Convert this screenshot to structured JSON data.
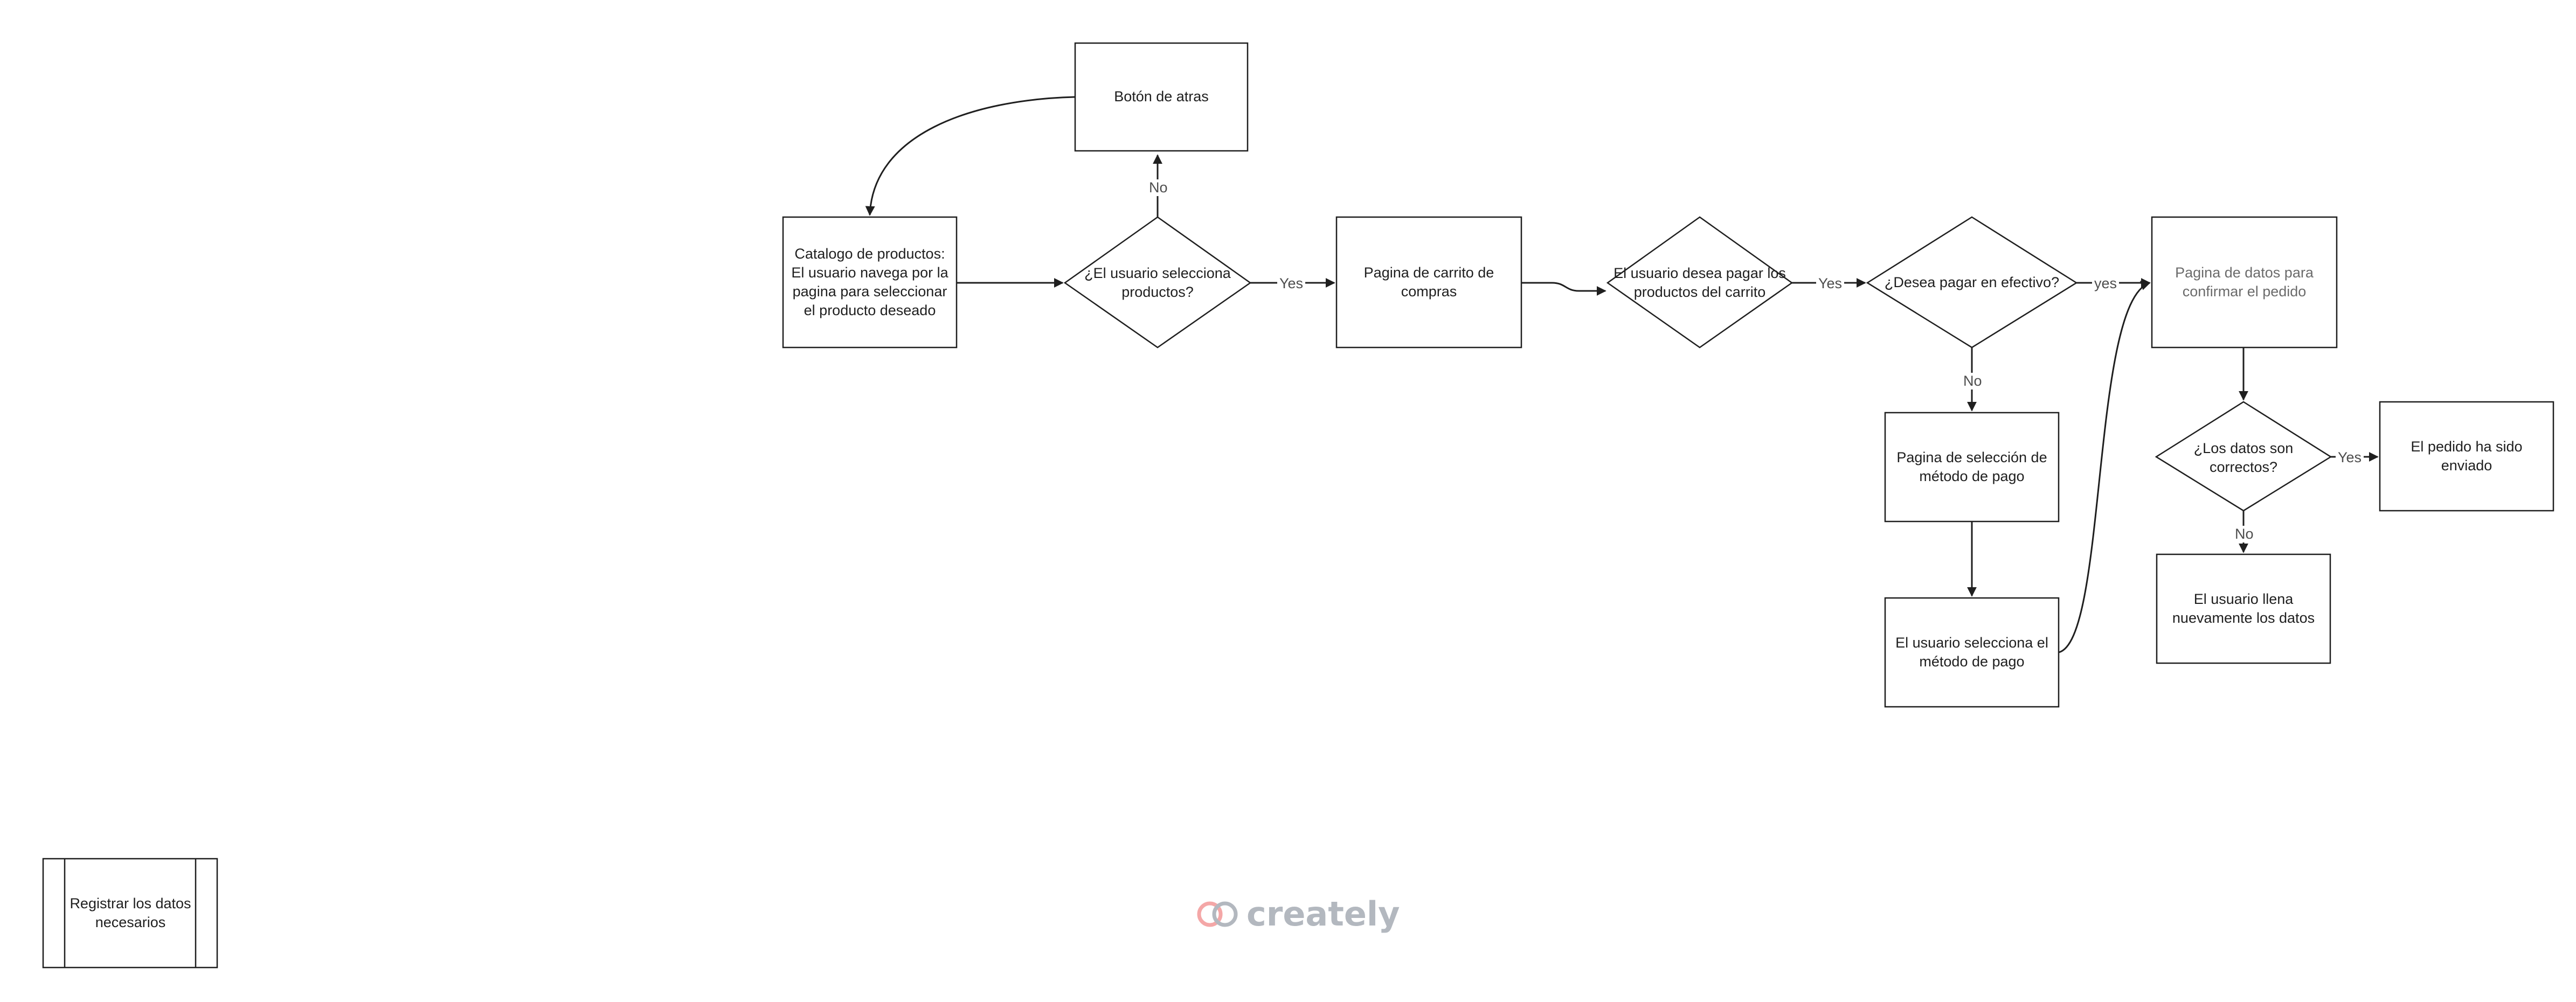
{
  "diagram": {
    "nodes": {
      "back_button": "Botón de atras",
      "catalog": "Catalogo de productos: El usuario navega por la pagina para seleccionar el producto deseado",
      "selects_products": "¿El usuario selecciona productos?",
      "cart_page": "Pagina de carrito de compras",
      "wants_to_pay": "El usuario desea pagar los productos del carrito",
      "pay_cash": "¿Desea pagar en efectivo?",
      "confirm_page": "Pagina de datos para confirmar el pedido",
      "payment_method_page": "Pagina de selección de método de pago",
      "selects_payment": "El usuario selecciona el método de pago",
      "data_correct": "¿Los datos son correctos?",
      "order_sent": "El  pedido ha sido enviado",
      "refill_data": "El usuario llena nuevamente los datos",
      "register_data": "Registrar los datos necesarios"
    },
    "edge_labels": {
      "no_back": "No",
      "yes_cart": "Yes",
      "yes_pay": "Yes",
      "yes_cash": "yes",
      "no_cash": "No",
      "yes_sent": "Yes",
      "no_refill": "No"
    }
  },
  "watermark": {
    "brand": "creately",
    "colors": {
      "mark_red": "#f4a7a7",
      "mark_gray": "#b3b8bf"
    }
  },
  "colors": {
    "stroke": "#1f1f1f",
    "background": "#ffffff"
  }
}
